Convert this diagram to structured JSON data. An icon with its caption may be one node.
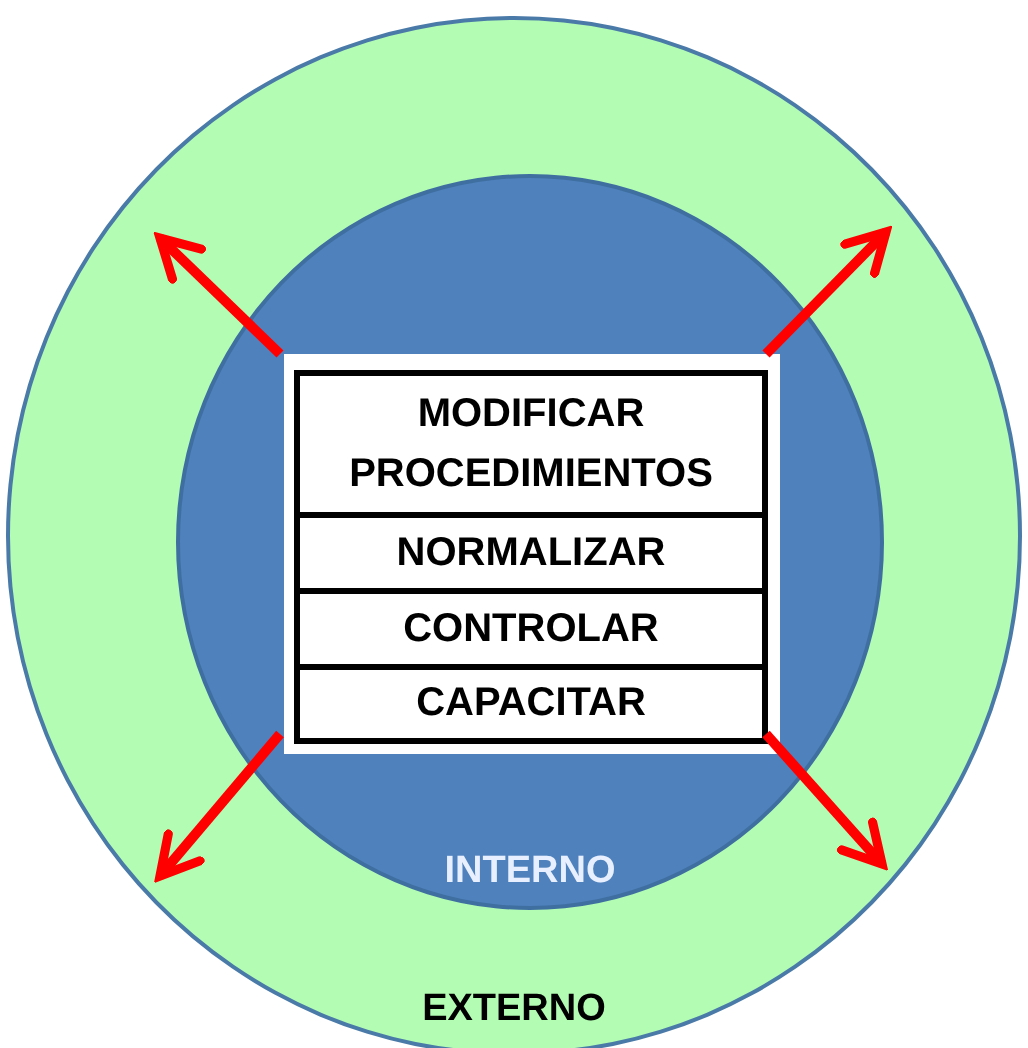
{
  "diagram": {
    "nodes": [
      {
        "text": [
          "EXTERNO"
        ]
      },
      {
        "text": [
          "INTERNO"
        ],
        "in": 0
      },
      {
        "text": [],
        "shape": "box",
        "in": 1
      },
      {
        "text": [
          "MODIFICAR PROCEDIMIENTOS"
        ],
        "in": 2
      },
      {
        "text": [
          "NORMALIZAR"
        ],
        "in": 2
      },
      {
        "text": [
          "CONTROLAR"
        ],
        "in": 2
      },
      {
        "text": [
          "CAPACITAR"
        ],
        "in": 2
      }
    ],
    "edges": [
      {
        "from": 2,
        "to": null,
        "arrow": "to"
      },
      {
        "from": 2,
        "to": null,
        "arrow": "to"
      },
      {
        "from": 2,
        "to": null,
        "arrow": "to"
      },
      {
        "from": 2,
        "to": null,
        "arrow": "to"
      }
    ]
  }
}
